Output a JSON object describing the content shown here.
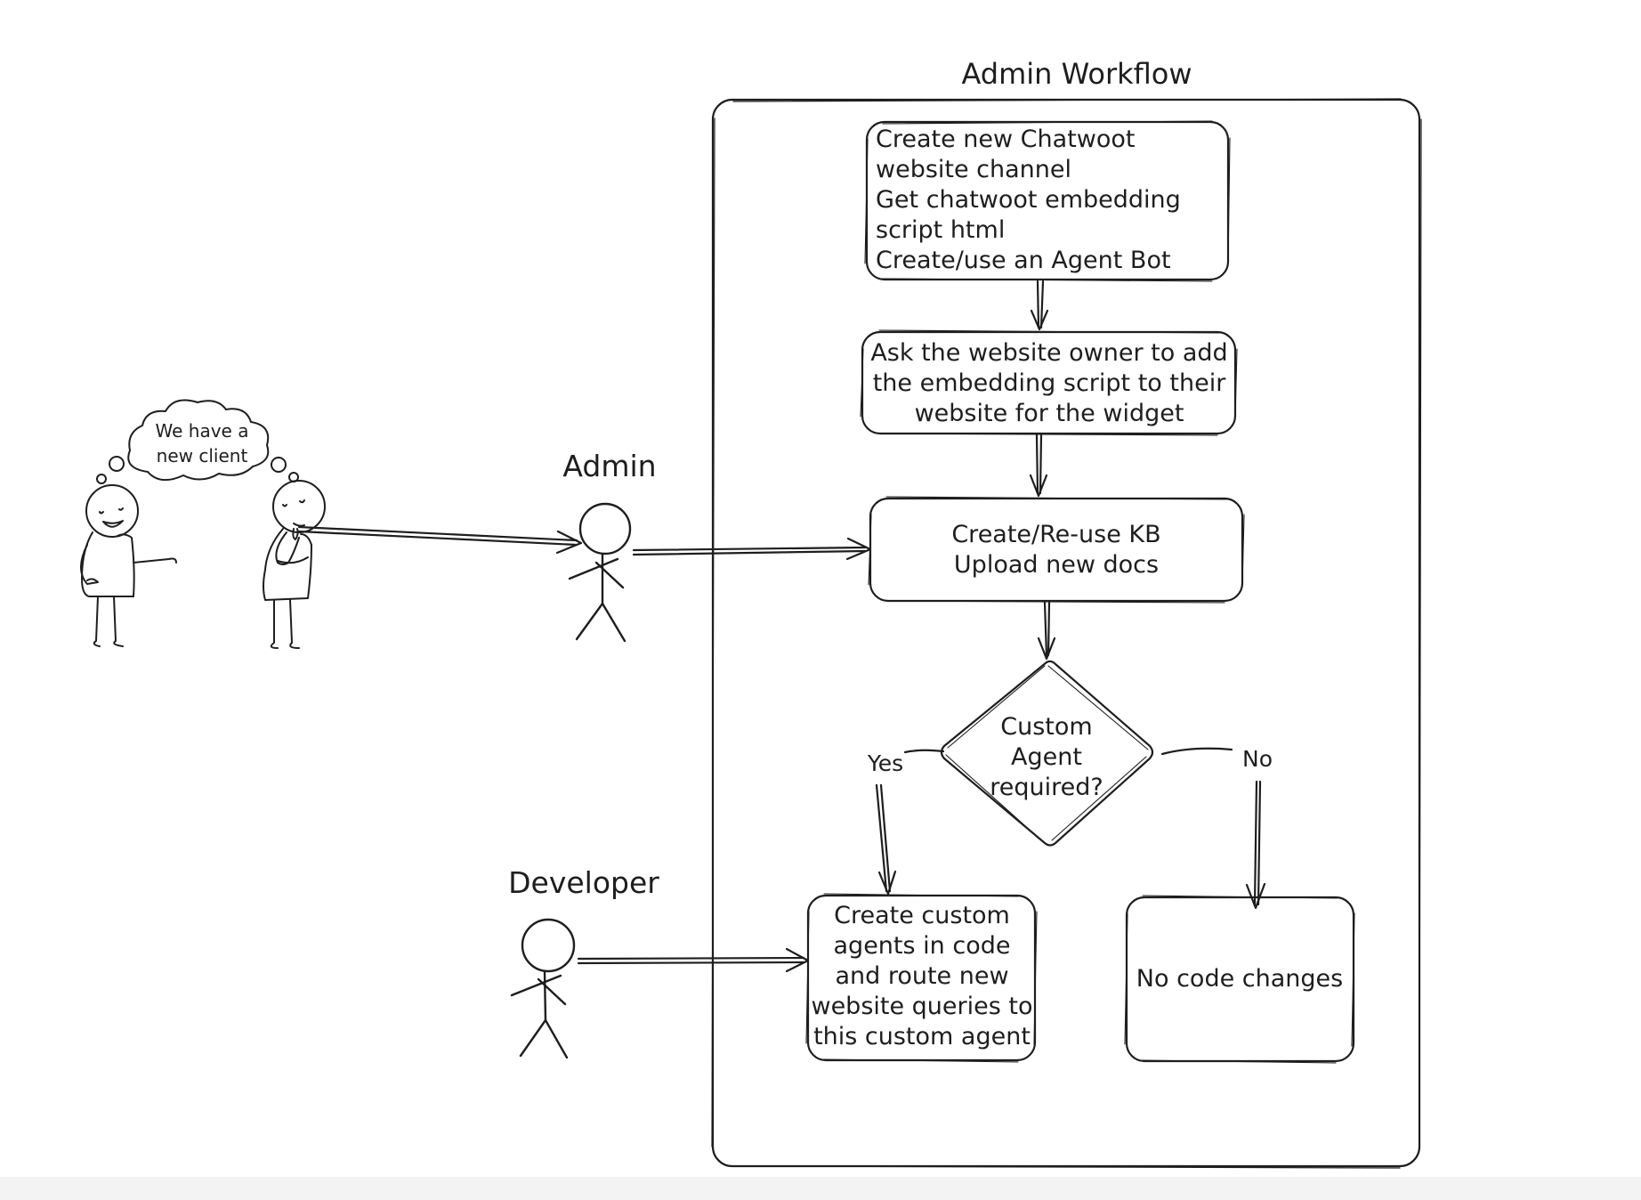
{
  "diagram": {
    "group_title": "Admin Workflow",
    "bubble_text": "We have a\nnew client",
    "actors": {
      "admin": "Admin",
      "developer": "Developer"
    },
    "nodes": {
      "channel_setup": "Create new Chatwoot\nwebsite channel\nGet chatwoot embedding\nscript html\nCreate/use an Agent Bot",
      "ask_owner": "Ask the website owner to add\nthe embedding script to their\nwebsite for the widget",
      "kb": "Create/Re-use KB\nUpload new docs",
      "decision": "Custom\nAgent\nrequired?",
      "custom_agent": "Create custom\nagents in code\nand route new\nwebsite queries to\nthis custom agent",
      "no_code": "No code changes"
    },
    "branches": {
      "yes": "Yes",
      "no": "No"
    }
  },
  "colors": {
    "stroke": "#1e1e1e",
    "background": "#ffffff"
  }
}
